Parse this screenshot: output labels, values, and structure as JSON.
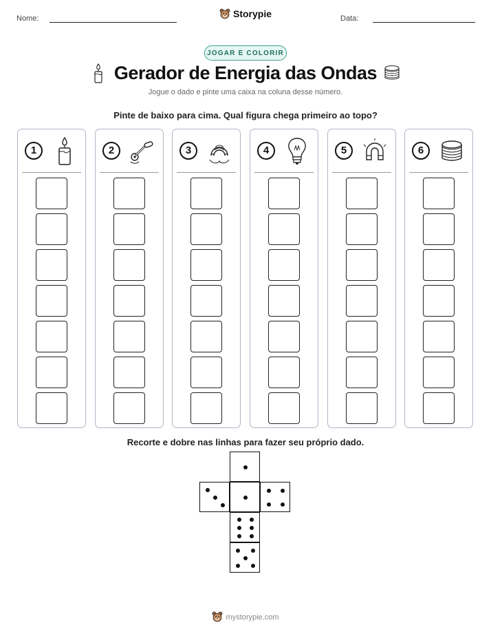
{
  "header": {
    "name_label": "Nome:",
    "date_label": "Data:",
    "brand": "Storypie"
  },
  "badge": "JOGAR E COLORIR",
  "title": "Gerador de Energia das Ondas",
  "subtitle": "Jogue o dado e pinte uma caixa na coluna desse número.",
  "instruction": "Pinte de baixo para cima. Qual figura chega primeiro ao topo?",
  "columns": [
    {
      "number": "1",
      "icon": "candle-icon"
    },
    {
      "number": "2",
      "icon": "crank-handle-icon"
    },
    {
      "number": "3",
      "icon": "magnet-coil-icon"
    },
    {
      "number": "4",
      "icon": "light-bulb-icon"
    },
    {
      "number": "5",
      "icon": "magnet-icon"
    },
    {
      "number": "6",
      "icon": "copper-coil-icon"
    }
  ],
  "boxes_per_column": 7,
  "die_instruction": "Recorte e dobre nas linhas para fazer seu próprio dado.",
  "die_faces": [
    1,
    3,
    1,
    4,
    6,
    5
  ],
  "footer": "mystorypie.com",
  "colors": {
    "badge_border": "#3aa18c",
    "badge_bg": "#e6f6f2",
    "column_border": "#aeb5c4"
  }
}
